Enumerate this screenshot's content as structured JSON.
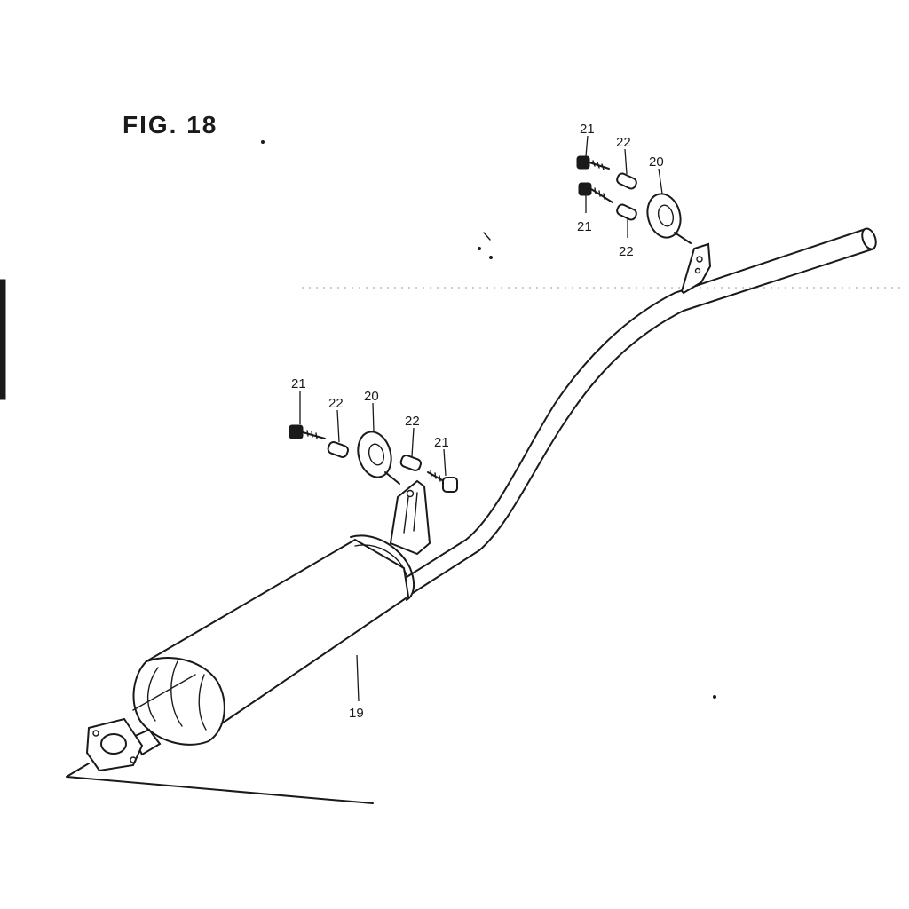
{
  "figure": {
    "title": "FIG. 18"
  },
  "callouts": {
    "c21_top_a": "21",
    "c22_top_a": "22",
    "c20_top": "20",
    "c21_top_b": "21",
    "c22_top_b": "22",
    "c21_mid_a": "21",
    "c22_mid_a": "22",
    "c20_mid": "20",
    "c22_mid_b": "22",
    "c21_mid_b": "21",
    "c19_muffler": "19"
  },
  "colors": {
    "ink": "#1a1a1a",
    "paper": "#ffffff"
  }
}
